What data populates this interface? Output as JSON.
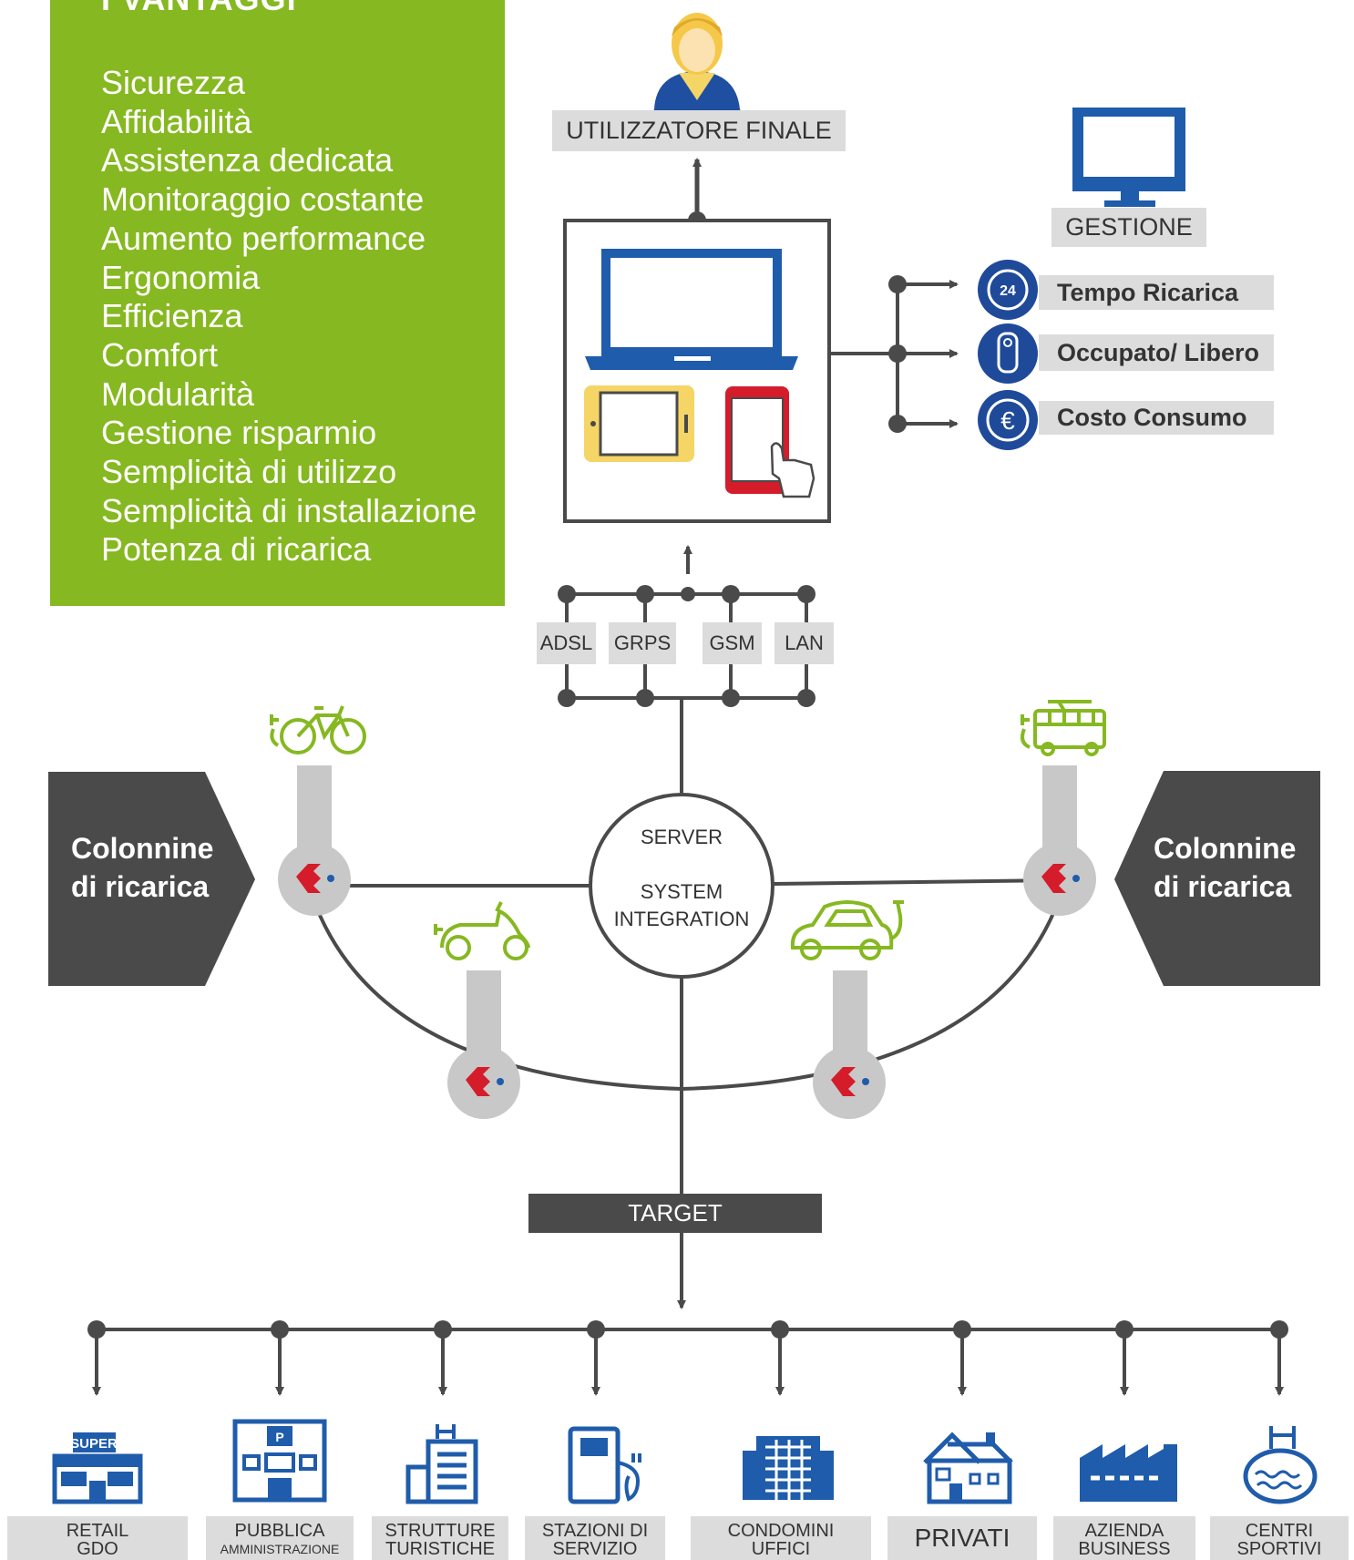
{
  "advantages": {
    "title": "I VANTAGGI",
    "items": [
      "Sicurezza",
      "Affidabilità",
      "Assistenza dedicata",
      "Monitoraggio costante",
      "Aumento performance",
      "Ergonomia",
      "Efficienza",
      "Comfort",
      "Modularità",
      "Gestione risparmio",
      "Semplicità di utilizzo",
      "Semplicità di installazione",
      "Potenza di ricarica"
    ]
  },
  "end_user": {
    "label": "UTILIZZATORE FINALE",
    "icon": "user-icon"
  },
  "management": {
    "label": "GESTIONE",
    "icon": "monitor-icon",
    "features": [
      {
        "label": "Tempo Ricarica",
        "icon": "clock-24-icon"
      },
      {
        "label": "Occupato/ Libero",
        "icon": "door-hanger-icon"
      },
      {
        "label": "Costo Consumo",
        "icon": "euro-icon"
      }
    ]
  },
  "devices": {
    "icons": [
      "laptop-icon",
      "tablet-icon",
      "smartphone-icon"
    ]
  },
  "connectivity": [
    "ADSL",
    "GRPS",
    "GSM",
    "LAN"
  ],
  "server": {
    "line1": "SERVER",
    "line2": "SYSTEM",
    "line3": "INTEGRATION"
  },
  "charging_columns": {
    "left_line1": "Colonnine",
    "left_line2": "di ricarica",
    "right_line1": "Colonnine",
    "right_line2": "di ricarica"
  },
  "vehicles": [
    "e-bike-icon",
    "e-scooter-icon",
    "e-car-icon",
    "e-tram-icon"
  ],
  "target": {
    "label": "TARGET",
    "items": [
      {
        "line1": "RETAIL",
        "line2": "GDO",
        "icon": "supermarket-icon"
      },
      {
        "line1": "PUBBLICA",
        "line2": "AMMINISTRAZIONE",
        "icon": "public-building-icon"
      },
      {
        "line1": "STRUTTURE",
        "line2": "TURISTICHE",
        "icon": "hotel-icon"
      },
      {
        "line1": "STAZIONI DI",
        "line2": "SERVIZIO",
        "icon": "fuel-station-icon"
      },
      {
        "line1": "CONDOMINI",
        "line2": "UFFICI",
        "icon": "office-building-icon"
      },
      {
        "line1": "PRIVATI",
        "line2": "",
        "icon": "house-icon"
      },
      {
        "line1": "AZIENDA",
        "line2": "BUSINESS",
        "icon": "factory-icon"
      },
      {
        "line1": "CENTRI",
        "line2": "SPORTIVI",
        "icon": "swimming-pool-icon"
      }
    ]
  },
  "colors": {
    "green": "#86b821",
    "dark": "#4a4a4a",
    "blue": "#1f5cab",
    "navy": "#1a4a9a",
    "red": "#d41c2b",
    "yellow": "#f5d565",
    "grey": "#dcdcdc"
  }
}
